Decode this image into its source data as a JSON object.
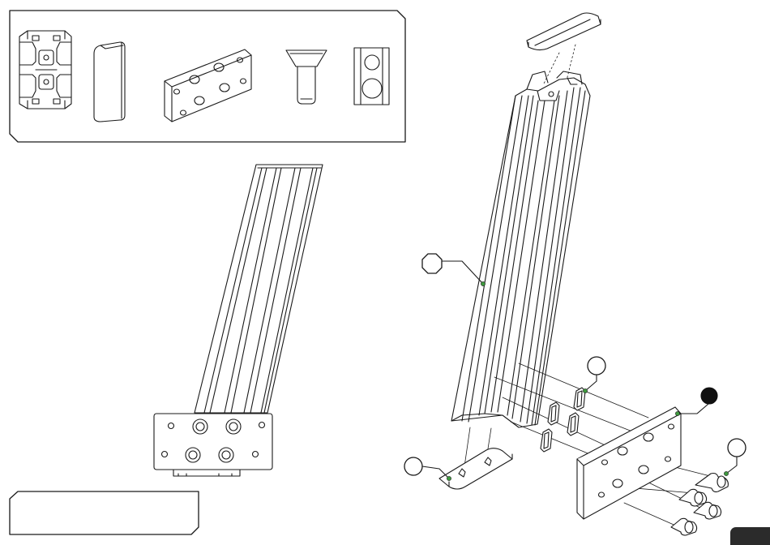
{
  "colors": {
    "line": "#1a1a1a",
    "leader_dot": "#3f9a3f",
    "callout_filled": "#111111",
    "panel_fill": "#ffffff",
    "page_tab": "#2b2b2b"
  },
  "parts_panel": {
    "items": [
      {
        "name": "aluminium-profile-end",
        "icon": "profile-cross-section-icon"
      },
      {
        "name": "end-cap",
        "icon": "end-cap-icon"
      },
      {
        "name": "base-plate",
        "icon": "plate-with-holes-icon"
      },
      {
        "name": "countersunk-screw",
        "icon": "screw-icon"
      },
      {
        "name": "slot-nut",
        "icon": "t-nut-icon"
      }
    ]
  },
  "callouts": [
    {
      "name": "callout-profile",
      "style": "outline",
      "shape": "octagon"
    },
    {
      "name": "callout-end-cap",
      "style": "outline",
      "shape": "circle"
    },
    {
      "name": "callout-slot-nut",
      "style": "outline",
      "shape": "circle"
    },
    {
      "name": "callout-base-plate",
      "style": "filled",
      "shape": "circle"
    },
    {
      "name": "callout-screw",
      "style": "outline",
      "shape": "circle"
    }
  ],
  "screw_count": 4,
  "slot_nut_count": 4
}
